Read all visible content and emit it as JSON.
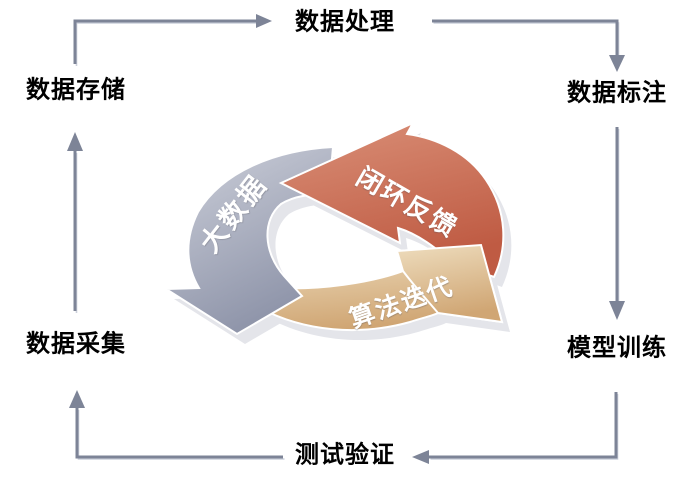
{
  "diagram": {
    "title_hint": "data closed-loop pipeline cycle",
    "nodes": [
      {
        "id": "data-storage",
        "label": "数据存储"
      },
      {
        "id": "data-processing",
        "label": "数据处理"
      },
      {
        "id": "data-annotation",
        "label": "数据标注"
      },
      {
        "id": "model-training",
        "label": "模型训练"
      },
      {
        "id": "test-verification",
        "label": "测试验证"
      },
      {
        "id": "data-collection",
        "label": "数据采集"
      }
    ],
    "flow": [
      {
        "from": "data-collection",
        "to": "data-storage"
      },
      {
        "from": "data-storage",
        "to": "data-processing"
      },
      {
        "from": "data-processing",
        "to": "data-annotation"
      },
      {
        "from": "data-annotation",
        "to": "model-training"
      },
      {
        "from": "model-training",
        "to": "test-verification"
      },
      {
        "from": "test-verification",
        "to": "data-collection"
      }
    ],
    "ring": {
      "direction": "counterclockwise",
      "segments": [
        {
          "id": "big-data",
          "label": "大数据",
          "color": "#a9aebf"
        },
        {
          "id": "closed-loop-feedback",
          "label": "闭环反馈",
          "color": "#c8705a"
        },
        {
          "id": "algorithm-iteration",
          "label": "算法迭代",
          "color": "#dcbd92"
        }
      ]
    },
    "colors": {
      "background": "#ffffff",
      "connector": "#7d8497",
      "connector_highlight": "#ccd0db",
      "node_text": "#000000",
      "ring_text": "#ffffff",
      "ring_shadow": "#e4e5ea"
    }
  }
}
